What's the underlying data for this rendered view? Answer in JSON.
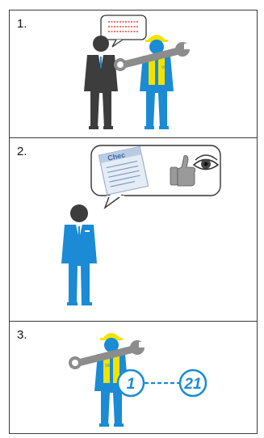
{
  "steps": [
    {
      "number": "1.",
      "scene": "manager-instructs-technician",
      "icons": [
        "speech-bubble-icon",
        "wrench-icon"
      ]
    },
    {
      "number": "2.",
      "scene": "manager-checks-checklist",
      "icons": [
        "checklist-icon",
        "thumbs-up-icon",
        "eye-icon"
      ]
    },
    {
      "number": "3.",
      "scene": "technician-steps-1-to-21",
      "icons": [
        "wrench-icon"
      ],
      "sequence": {
        "start": "1",
        "end": "21"
      }
    }
  ],
  "colors": {
    "blue": "#1a8bd4",
    "dark": "#3d3d3d",
    "yellow": "#f3e200",
    "bubble_dots": "#e0443c",
    "wrench": "#8c8c8c",
    "border": "#3a3a3a"
  },
  "badge_text": "VE",
  "checklist_title": "Chec"
}
